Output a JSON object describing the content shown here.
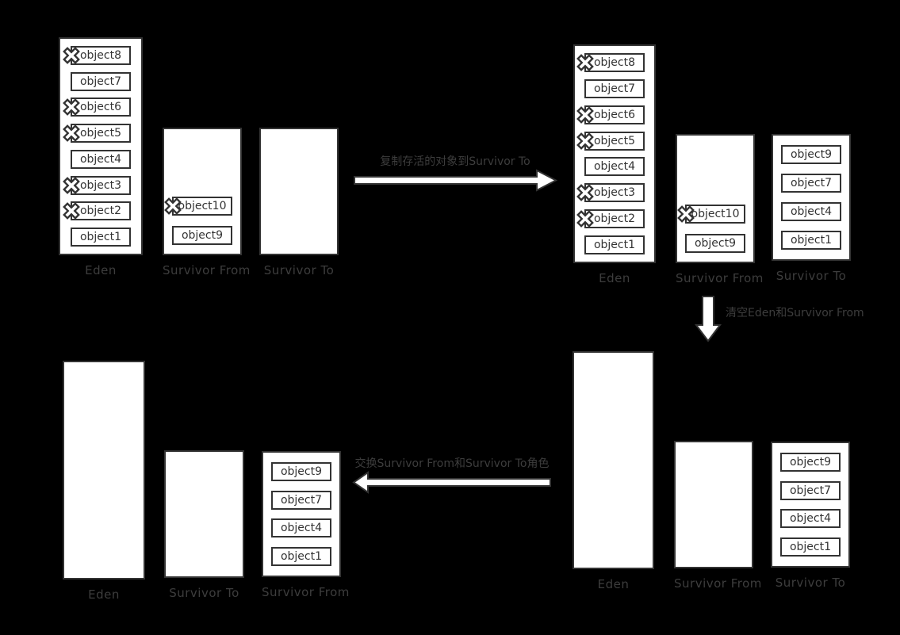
{
  "colors": {
    "background": "#000000",
    "region_fill": "#ffffff",
    "border": "#333333",
    "object_text": "#333333",
    "label_text": "#3d3d3d",
    "arrow_fill": "#ffffff"
  },
  "arrows": {
    "copy": {
      "direction": "right",
      "label": "复制存活的对象到Survivor To"
    },
    "clear": {
      "direction": "down",
      "label": "清空Eden和Survivor From"
    },
    "swap": {
      "direction": "left",
      "label": "交换Survivor From和Survivor To角色"
    }
  },
  "groups": {
    "top_left": {
      "eden": {
        "label": "Eden",
        "objects": [
          {
            "name": "object8",
            "dead": true
          },
          {
            "name": "object7",
            "dead": false
          },
          {
            "name": "object6",
            "dead": true
          },
          {
            "name": "object5",
            "dead": true
          },
          {
            "name": "object4",
            "dead": false
          },
          {
            "name": "object3",
            "dead": true
          },
          {
            "name": "object2",
            "dead": true
          },
          {
            "name": "object1",
            "dead": false
          }
        ]
      },
      "survivor_from": {
        "label": "Survivor From",
        "objects": [
          {
            "name": "object10",
            "dead": true
          },
          {
            "name": "object9",
            "dead": false
          }
        ]
      },
      "survivor_to": {
        "label": "Survivor To",
        "objects": []
      }
    },
    "top_right": {
      "eden": {
        "label": "Eden",
        "objects": [
          {
            "name": "object8",
            "dead": true
          },
          {
            "name": "object7",
            "dead": false
          },
          {
            "name": "object6",
            "dead": true
          },
          {
            "name": "object5",
            "dead": true
          },
          {
            "name": "object4",
            "dead": false
          },
          {
            "name": "object3",
            "dead": true
          },
          {
            "name": "object2",
            "dead": true
          },
          {
            "name": "object1",
            "dead": false
          }
        ]
      },
      "survivor_from": {
        "label": "Survivor From",
        "objects": [
          {
            "name": "object10",
            "dead": true
          },
          {
            "name": "object9",
            "dead": false
          }
        ]
      },
      "survivor_to": {
        "label": "Survivor To",
        "objects": [
          {
            "name": "object9",
            "dead": false
          },
          {
            "name": "object7",
            "dead": false
          },
          {
            "name": "object4",
            "dead": false
          },
          {
            "name": "object1",
            "dead": false
          }
        ]
      }
    },
    "bottom_right": {
      "eden": {
        "label": "Eden",
        "objects": []
      },
      "survivor_from": {
        "label": "Survivor From",
        "objects": []
      },
      "survivor_to": {
        "label": "Survivor To",
        "objects": [
          {
            "name": "object9",
            "dead": false
          },
          {
            "name": "object7",
            "dead": false
          },
          {
            "name": "object4",
            "dead": false
          },
          {
            "name": "object1",
            "dead": false
          }
        ]
      }
    },
    "bottom_left": {
      "eden": {
        "label": "Eden",
        "objects": []
      },
      "survivor_to": {
        "label": "Survivor To",
        "objects": []
      },
      "survivor_from": {
        "label": "Survivor From",
        "objects": [
          {
            "name": "object9",
            "dead": false
          },
          {
            "name": "object7",
            "dead": false
          },
          {
            "name": "object4",
            "dead": false
          },
          {
            "name": "object1",
            "dead": false
          }
        ]
      }
    }
  }
}
